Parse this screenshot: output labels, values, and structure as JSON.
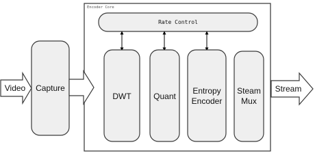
{
  "core": {
    "title": "Encoder Core"
  },
  "input": {
    "label": "Video"
  },
  "output": {
    "label": "Stream"
  },
  "blocks": {
    "capture": "Capture",
    "rate_control": "Rate Control",
    "dwt": "DWT",
    "quant": "Quant",
    "entropy_line1": "Entropy",
    "entropy_line2": "Encoder",
    "mux_line1": "Steam",
    "mux_line2": "Mux"
  }
}
